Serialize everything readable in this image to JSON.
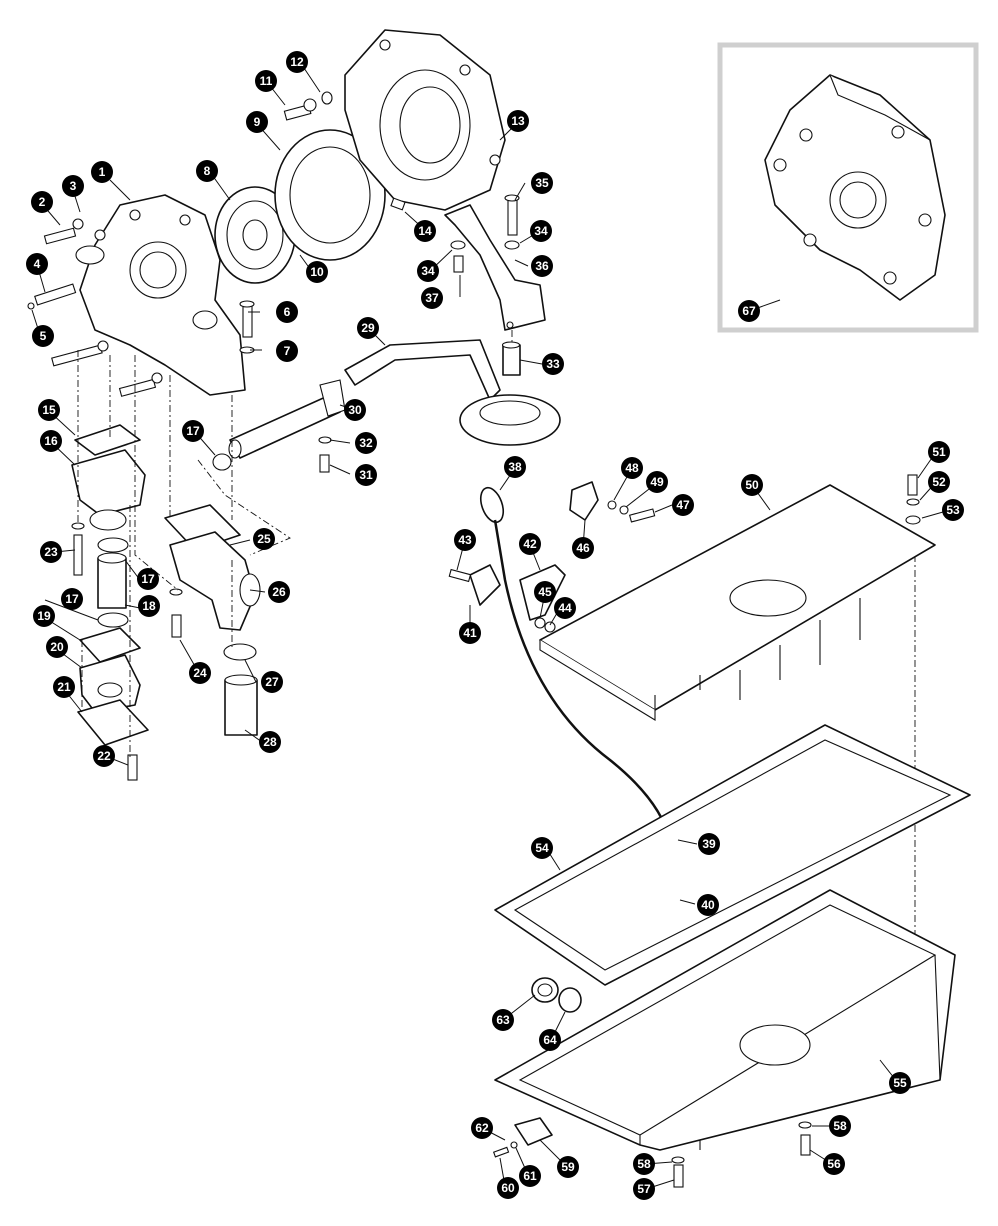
{
  "callouts": {
    "c1": "1",
    "c2": "2",
    "c3": "3",
    "c4": "4",
    "c5": "5",
    "c6": "6",
    "c7": "7",
    "c8": "8",
    "c9": "9",
    "c10": "10",
    "c11": "11",
    "c12": "12",
    "c13": "13",
    "c14": "14",
    "c15": "15",
    "c16": "16",
    "c17a": "17",
    "c17b": "17",
    "c17c": "17",
    "c18": "18",
    "c19": "19",
    "c20": "20",
    "c21": "21",
    "c22": "22",
    "c23": "23",
    "c24": "24",
    "c25": "25",
    "c26": "26",
    "c27": "27",
    "c28": "28",
    "c29": "29",
    "c30": "30",
    "c31": "31",
    "c32": "32",
    "c33": "33",
    "c34a": "34",
    "c34b": "34",
    "c35": "35",
    "c36": "36",
    "c37": "37",
    "c38": "38",
    "c39": "39",
    "c40": "40",
    "c41": "41",
    "c42": "42",
    "c43": "43",
    "c44": "44",
    "c45": "45",
    "c46": "46",
    "c47": "47",
    "c48": "48",
    "c49": "49",
    "c50": "50",
    "c51": "51",
    "c52": "52",
    "c53": "53",
    "c54": "54",
    "c55": "55",
    "c56": "56",
    "c57": "57",
    "c58a": "58",
    "c58b": "58",
    "c59": "59",
    "c60": "60",
    "c61": "61",
    "c62": "62",
    "c63": "63",
    "c64": "64",
    "c67": "67"
  }
}
